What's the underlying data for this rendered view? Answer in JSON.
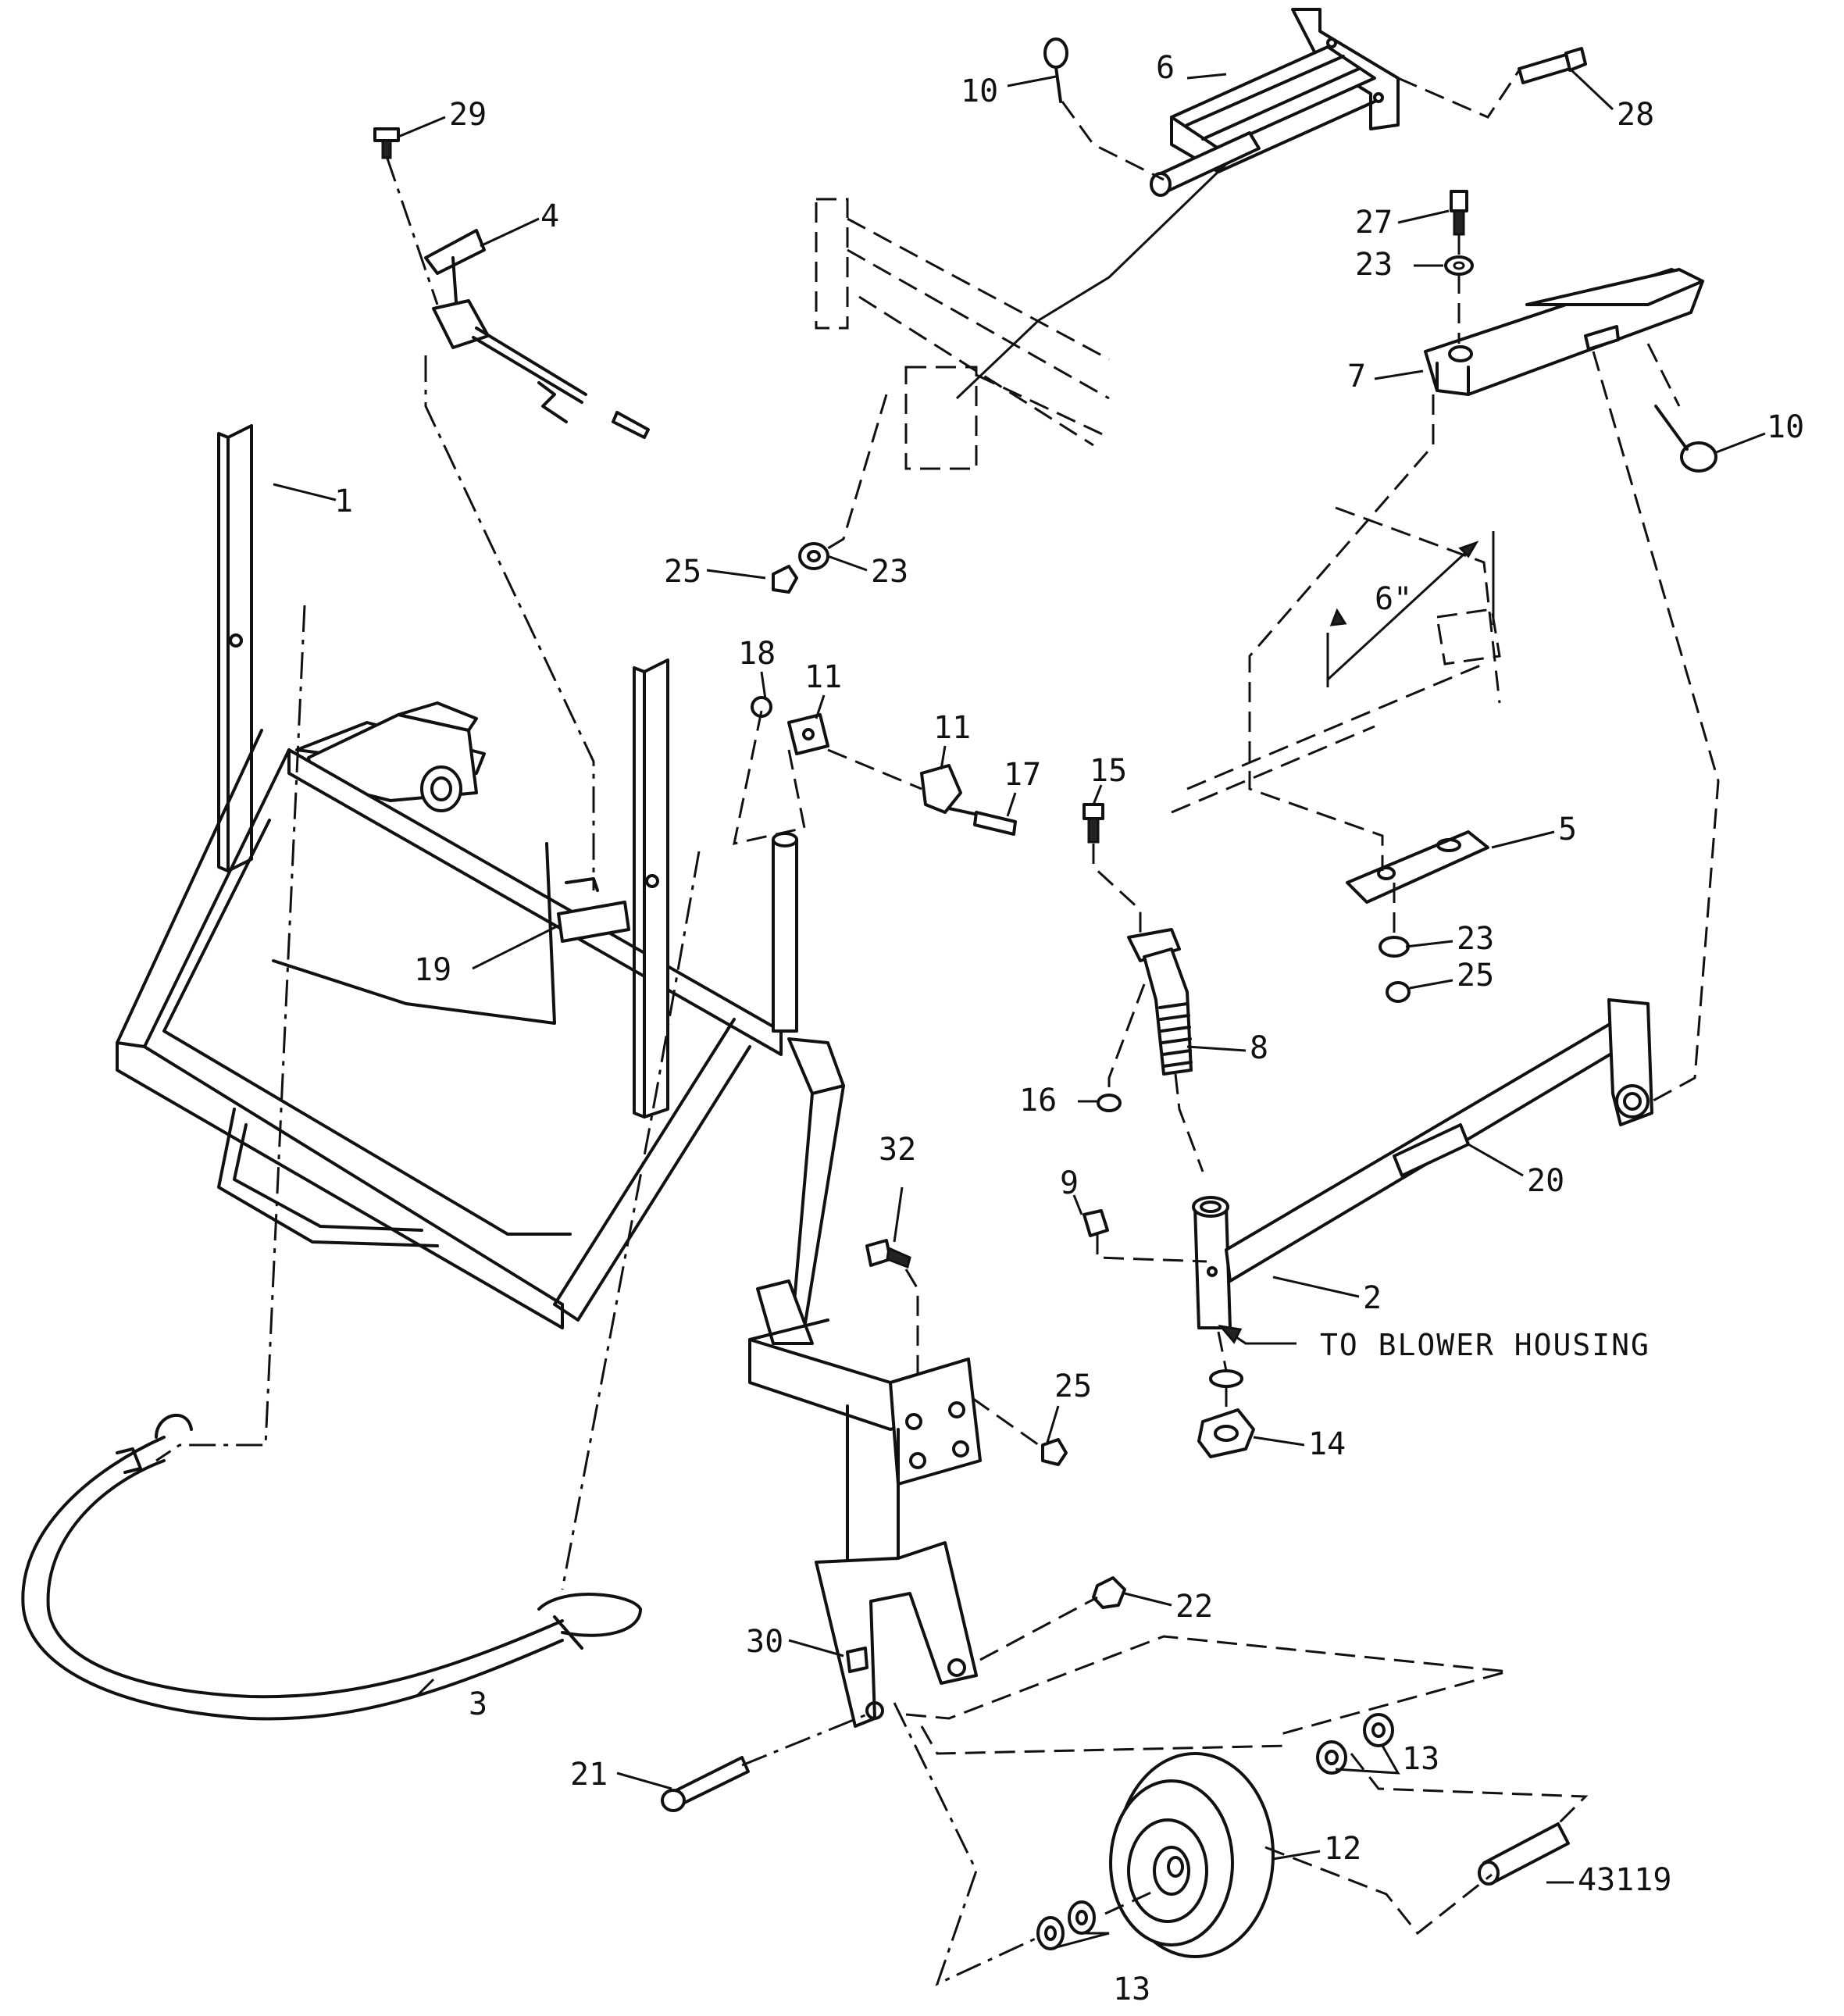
{
  "callouts": {
    "c1": "1",
    "c2": "2",
    "c3": "3",
    "c4": "4",
    "c5": "5",
    "c6": "6",
    "c7": "7",
    "c8": "8",
    "c9": "9",
    "c10a": "10",
    "c10b": "10",
    "c11a": "11",
    "c11b": "11",
    "c12": "12",
    "c13a": "13",
    "c13b": "13",
    "c14": "14",
    "c15": "15",
    "c16": "16",
    "c17": "17",
    "c18": "18",
    "c19": "19",
    "c20": "20",
    "c21": "21",
    "c22": "22",
    "c23a": "23",
    "c23b": "23",
    "c23c": "23",
    "c25a": "25",
    "c25b": "25",
    "c25c": "25",
    "c27": "27",
    "c28": "28",
    "c29": "29",
    "c30": "30",
    "c32": "32"
  },
  "notes": {
    "blower_housing": "TO BLOWER HOUSING",
    "dimension": "6\"",
    "part_number": "43119"
  }
}
